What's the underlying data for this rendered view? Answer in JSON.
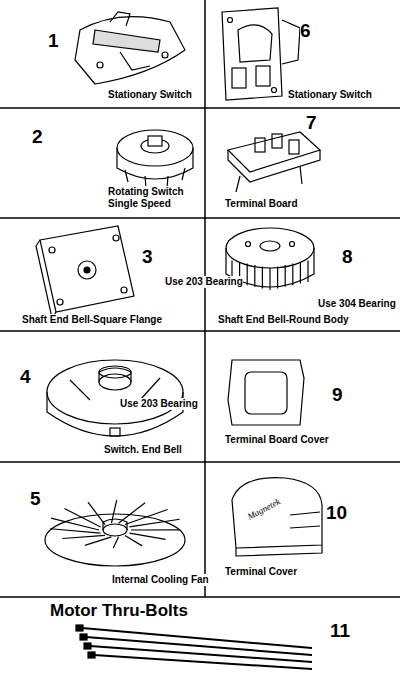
{
  "diagram": {
    "labels": [
      "1",
      "Stationary Switch",
      "6",
      "Stationary Switch",
      "2",
      "Rotating Switch Single Speed",
      "7",
      "Terminal Board",
      "3",
      "Use 203 Bearing",
      "Shaft End Bell-Square Flange",
      "8",
      "Use 304 Bearing",
      "Shaft End Bell-Round Body",
      "4",
      "Use 203 Bearing",
      "Switch. End Bell",
      "9",
      "Terminal Board Cover",
      "5",
      "Internal Cooling Fan",
      "10",
      "Terminal Cover",
      "Magnetek",
      "Motor Thru-Bolts",
      "11"
    ]
  }
}
